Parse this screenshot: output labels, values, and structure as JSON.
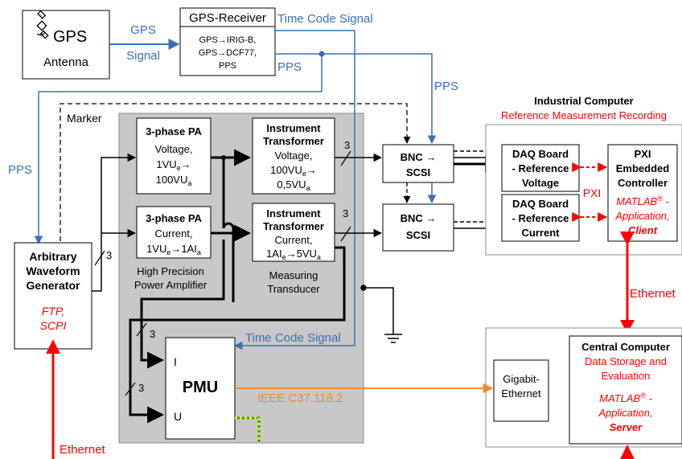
{
  "antenna": {
    "gps": "GPS",
    "label": "Antenna"
  },
  "gps_signal": {
    "line1": "GPS",
    "line2": "Signal"
  },
  "receiver": {
    "title": "GPS-Receiver",
    "l1": "GPS→IRIG-B,",
    "l2": "GPS→DCF77,",
    "l3": "PPS"
  },
  "time_code_top": "Time Code Signal",
  "time_code_mid": "Time Code Signal",
  "pps_top": "PPS",
  "pps_right": "PPS",
  "pps_left": "PPS",
  "marker": "Marker",
  "pa_voltage": {
    "title": "3-phase PA",
    "l1": "Voltage,",
    "l2a": "1VU",
    "l2sub": "e",
    "l2b": "→",
    "l3a": "100VU",
    "l3sub": "a"
  },
  "pa_current": {
    "title": "3-phase PA",
    "l1a": "Current,",
    "l2": "1VU",
    "l2sub": "e",
    "l2b": "→1AI",
    "l2sub2": "a"
  },
  "it_voltage": {
    "t1": "Instrument",
    "t2": "Transformer",
    "l1": "Voltage,",
    "l2a": "100VU",
    "l2sub": "e",
    "l2b": "→",
    "l3a": "0,5VU",
    "l3sub": "a"
  },
  "it_current": {
    "t1": "Instrument",
    "t2": "Transformer",
    "l1": "Current,",
    "l2a": "1AI",
    "l2sub": "e",
    "l2b": "→5VU",
    "l2sub2": "a"
  },
  "hp_amp": {
    "l1": "High Precision",
    "l2": "Power Amplifier"
  },
  "meas_trans": {
    "l1": "Measuring",
    "l2": "Transducer"
  },
  "bnc1": {
    "l1": "BNC →",
    "l2": "SCSI"
  },
  "bnc2": {
    "l1": "BNC →",
    "l2": "SCSI"
  },
  "wire_count": "3",
  "industrial": {
    "title": "Industrial Computer",
    "subtitle": "Reference Measurement Recording"
  },
  "daq_voltage": {
    "l1": "DAQ Board",
    "l2": "- Reference",
    "l3": "Voltage"
  },
  "daq_current": {
    "l1": "DAQ Board",
    "l2": "- Reference",
    "l3": "Current"
  },
  "pxi_label": "PXI",
  "pxi_ctrl": {
    "l1": "PXI",
    "l2": "Embedded",
    "l3": "Controller",
    "m1": "MATLAB",
    "reg": "®",
    "m1b": " -",
    "m2": "Application,",
    "m3": "Client"
  },
  "ethernet_right": "Ethernet",
  "ethernet_bottom": "Ethernet",
  "awg": {
    "l1": "Arbitrary",
    "l2": "Waveform",
    "l3": "Generator",
    "p1": "FTP,",
    "p2": "SCPI"
  },
  "pmu": {
    "title": "PMU",
    "i": "I",
    "u": "U"
  },
  "ieee": "IEEE C37.118.2",
  "central": {
    "title": "Central Computer",
    "s1": "Data Storage and",
    "s2": "Evaluation",
    "m1": "MATLAB",
    "reg": "®",
    "m1b": " -",
    "m2": "Application,",
    "m3": "Server"
  },
  "gigabit": {
    "l1": "Gigabit-",
    "l2": "Ethernet"
  },
  "colors": {
    "blue": "#3a6fb7",
    "red": "#ff0000",
    "orange": "#f08a24",
    "gray": "#c8c8c8"
  }
}
